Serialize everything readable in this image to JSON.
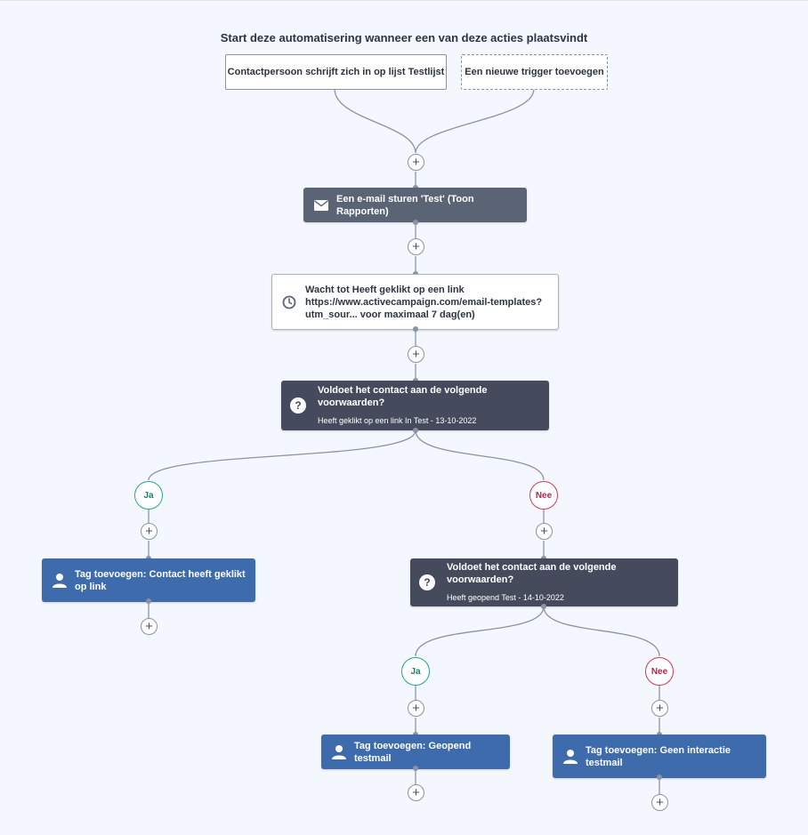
{
  "header": {
    "title": "Start deze automatisering wanneer een van deze acties plaatsvindt"
  },
  "triggers": [
    {
      "label": "Contactpersoon schrijft zich in op lijst Testlijst"
    },
    {
      "label": "Een nieuwe trigger toevoegen"
    }
  ],
  "actions": {
    "send_email": {
      "label": "Een e-mail sturen 'Test' (Toon Rapporten)",
      "icon": "envelope-icon"
    },
    "wait": {
      "line1": "Wacht tot Heeft geklikt op een link",
      "line2": "https://www.activecampaign.com/email-templates?",
      "line3": "utm_sour... voor maximaal 7 dag(en)",
      "icon": "clock-icon"
    },
    "condition1": {
      "label": "Voldoet het contact aan de volgende voorwaarden?",
      "detail": "Heeft geklikt op een link In Test - 13-10-2022",
      "icon": "question-icon"
    },
    "tag_clicked": {
      "line1": "Tag toevoegen: Contact heeft geklikt",
      "line2": "op link",
      "icon": "user-icon"
    },
    "condition2": {
      "label": "Voldoet het contact aan de volgende voorwaarden?",
      "detail": "Heeft geopend Test - 14-10-2022",
      "icon": "question-icon"
    },
    "tag_opened": {
      "label": "Tag toevoegen: Geopend testmail",
      "icon": "user-icon"
    },
    "tag_no_interaction": {
      "line1": "Tag toevoegen: Geen interactie",
      "line2": "testmail",
      "icon": "user-icon"
    }
  },
  "branches": {
    "yes": "Ja",
    "no": "Nee"
  },
  "add_symbol": "+",
  "colors": {
    "background": "#f4f7fd",
    "connector": "#8a93a5",
    "action_slate": "#5a6475",
    "condition_dark": "#454b5c",
    "tag_blue": "#3e6bab",
    "yes_green": "#1fa88a",
    "no_red": "#d9365a"
  }
}
